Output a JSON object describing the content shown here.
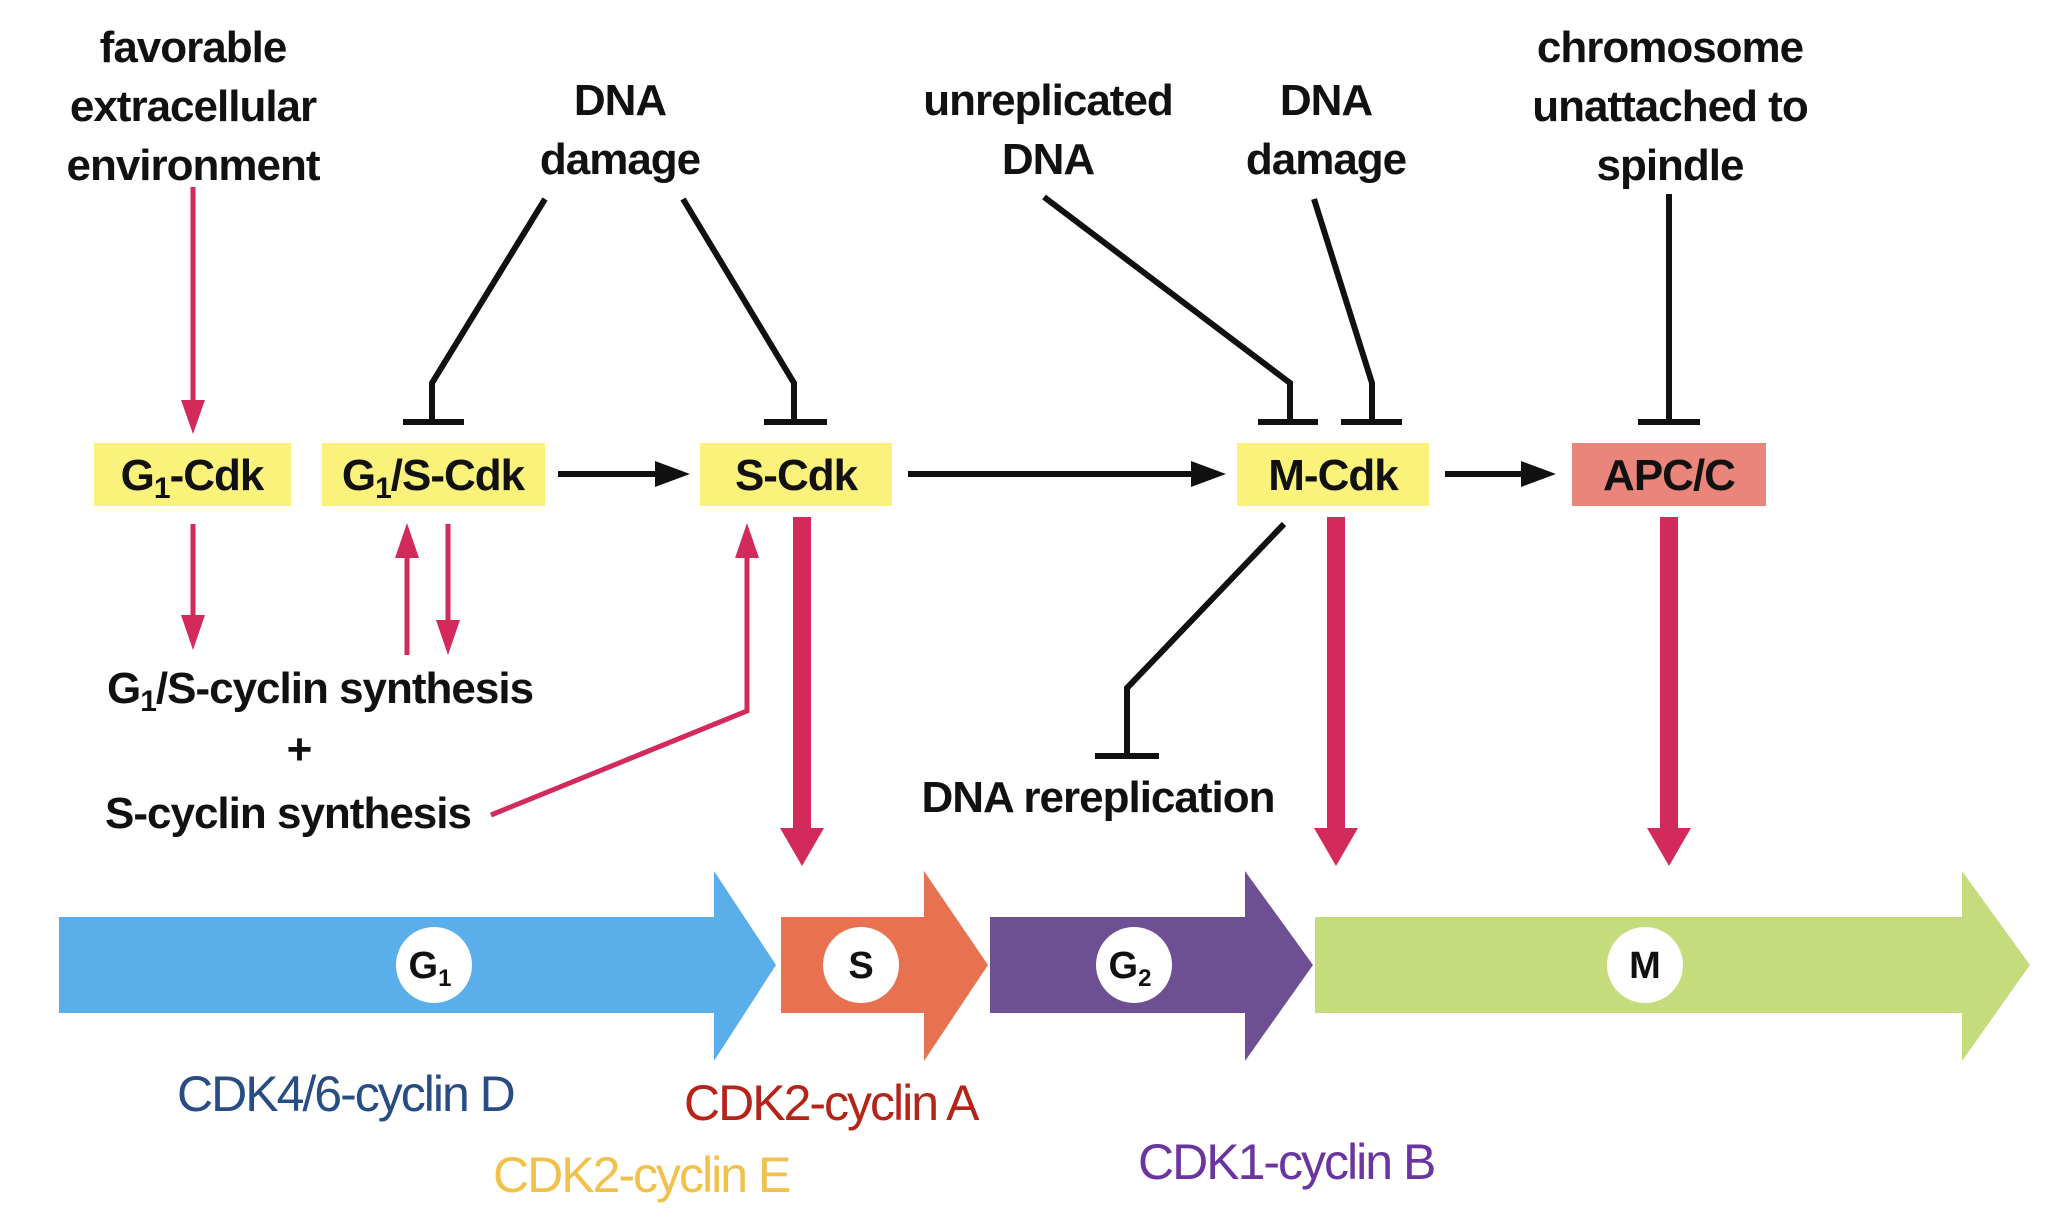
{
  "diagram": {
    "title": "Cell-cycle control system regulation",
    "inputs": [
      {
        "id": "favorable-env",
        "lines": [
          "favorable",
          "extracellular",
          "environment"
        ]
      },
      {
        "id": "dna-damage-1",
        "lines": [
          "DNA",
          "damage"
        ]
      },
      {
        "id": "unreplicated-dna",
        "lines": [
          "unreplicated",
          "DNA"
        ]
      },
      {
        "id": "dna-damage-2",
        "lines": [
          "DNA",
          "damage"
        ]
      },
      {
        "id": "chromosome-unattached",
        "lines": [
          "chromosome",
          "unattached to",
          "spindle"
        ]
      }
    ],
    "complexes": [
      {
        "id": "g1-cdk",
        "label_main": "G",
        "label_sub": "1",
        "label_rest": "-Cdk",
        "color": "#faf27a"
      },
      {
        "id": "g1s-cdk",
        "label_main": "G",
        "label_sub": "1",
        "label_rest": "/S-Cdk",
        "color": "#faf27a"
      },
      {
        "id": "s-cdk",
        "label": "S-Cdk",
        "color": "#faf27a"
      },
      {
        "id": "m-cdk",
        "label": "M-Cdk",
        "color": "#faf27a"
      },
      {
        "id": "apc-c",
        "label": "APC/C",
        "color": "#e9857b"
      }
    ],
    "synthesis": {
      "line1_main": "G",
      "line1_sub": "1",
      "line1_rest": "/S-cyclin synthesis",
      "plus": "+",
      "line2": "S-cyclin synthesis"
    },
    "rereplication": "DNA rereplication",
    "edges": [
      {
        "from": "favorable-env",
        "to": "g1-cdk",
        "type": "activation"
      },
      {
        "from": "dna-damage-1",
        "to": "g1s-cdk",
        "type": "inhibition"
      },
      {
        "from": "dna-damage-1",
        "to": "s-cdk",
        "type": "inhibition"
      },
      {
        "from": "unreplicated-dna",
        "to": "m-cdk",
        "type": "inhibition"
      },
      {
        "from": "dna-damage-2",
        "to": "m-cdk",
        "type": "inhibition"
      },
      {
        "from": "chromosome-unattached",
        "to": "apc-c",
        "type": "inhibition"
      },
      {
        "from": "g1s-cdk",
        "to": "s-cdk",
        "type": "activation"
      },
      {
        "from": "s-cdk",
        "to": "m-cdk",
        "type": "activation"
      },
      {
        "from": "m-cdk",
        "to": "apc-c",
        "type": "activation"
      },
      {
        "from": "g1-cdk",
        "to": "synthesis",
        "type": "activation"
      },
      {
        "from": "synthesis",
        "to": "g1s-cdk",
        "type": "activation"
      },
      {
        "from": "g1s-cdk",
        "to": "synthesis",
        "type": "activation"
      },
      {
        "from": "synthesis",
        "to": "s-cdk",
        "type": "activation"
      },
      {
        "from": "m-cdk",
        "to": "rereplication",
        "type": "inhibition"
      },
      {
        "from": "s-cdk",
        "to": "phase-s",
        "type": "activation"
      },
      {
        "from": "m-cdk",
        "to": "phase-m",
        "type": "activation"
      },
      {
        "from": "apc-c",
        "to": "phase-m",
        "type": "activation"
      }
    ],
    "phases": [
      {
        "id": "phase-g1",
        "main": "G",
        "sub": "1",
        "color": "#5aaeea"
      },
      {
        "id": "phase-s",
        "main": "S",
        "sub": "",
        "color": "#e8714f"
      },
      {
        "id": "phase-g2",
        "main": "G",
        "sub": "2",
        "color": "#6f4f94"
      },
      {
        "id": "phase-m",
        "main": "M",
        "sub": "",
        "color": "#c5dc7c"
      }
    ],
    "cdk_labels": [
      {
        "id": "cdk46-cyclin-d",
        "text": "CDK4/6-cyclin D",
        "color": "#284d85"
      },
      {
        "id": "cdk2-cyclin-a",
        "text": "CDK2-cyclin A",
        "color": "#b42418"
      },
      {
        "id": "cdk2-cyclin-e",
        "text": "CDK2-cyclin E",
        "color": "#f2c14a"
      },
      {
        "id": "cdk1-cyclin-b",
        "text": "CDK1-cyclin B",
        "color": "#6a35a0"
      }
    ],
    "colors": {
      "activation": "#d22a5a",
      "inhibition": "#111111"
    }
  }
}
